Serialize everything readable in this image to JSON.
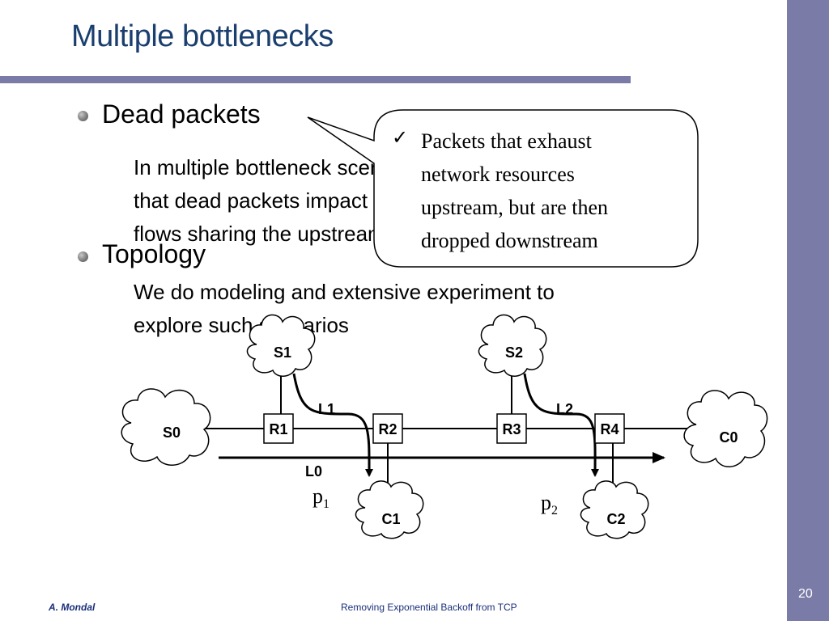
{
  "slide": {
    "title": "Multiple bottlenecks",
    "bullets": [
      {
        "heading": "Dead packets",
        "body_lines": [
          "In multiple bottleneck scenario there is a chance",
          "that dead packets impact the performance of",
          "flows sharing the upstream bottleneck"
        ]
      },
      {
        "heading": "Topology",
        "body_lines": [
          "We do modeling and extensive experiment to",
          "explore such scenarios"
        ]
      }
    ],
    "callout": {
      "check": "✓",
      "lines": [
        "Packets that exhaust",
        "network resources",
        "upstream, but are then",
        "dropped downstream"
      ]
    }
  },
  "diagram": {
    "nodes": {
      "s0": "S0",
      "s1": "S1",
      "s2": "S2",
      "c0": "C0",
      "c1": "C1",
      "c2": "C2",
      "r1": "R1",
      "r2": "R2",
      "r3": "R3",
      "r4": "R4"
    },
    "links": {
      "l0": "L0",
      "l1": "L1",
      "l2": "L2"
    },
    "paths": {
      "p1_base": "p",
      "p1_sub": "1",
      "p2_base": "p",
      "p2_sub": "2"
    }
  },
  "footer": {
    "author": "A. Mondal",
    "title": "Removing Exponential Backoff from TCP",
    "page": "20"
  },
  "colors": {
    "title": "#1a3e6e",
    "accent_bar": "#7b7ba8",
    "footer_text": "#1a2f7a"
  }
}
